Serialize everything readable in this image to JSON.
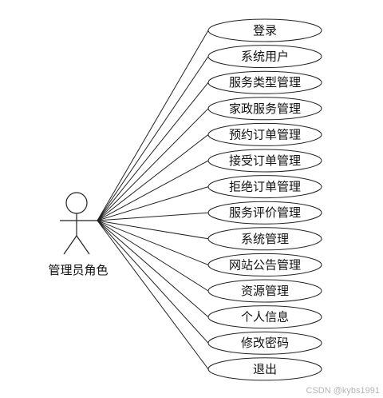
{
  "actor": {
    "label": "管理员角色"
  },
  "use_cases": [
    {
      "label": "登录"
    },
    {
      "label": "系统用户"
    },
    {
      "label": "服务类型管理"
    },
    {
      "label": "家政服务管理"
    },
    {
      "label": "预约订单管理"
    },
    {
      "label": "接受订单管理"
    },
    {
      "label": "拒绝订单管理"
    },
    {
      "label": "服务评价管理"
    },
    {
      "label": "系统管理"
    },
    {
      "label": "网站公告管理"
    },
    {
      "label": "资源管理"
    },
    {
      "label": "个人信息"
    },
    {
      "label": "修改密码"
    },
    {
      "label": "退出"
    }
  ],
  "watermark": "CSDN @kybs1991"
}
